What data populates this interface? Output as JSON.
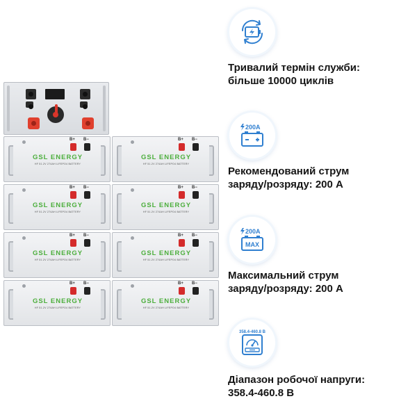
{
  "brand_colors": {
    "icon_blue": "#2f7fd0",
    "module_green": "#4bae3b",
    "terminal_red": "#d42b2b"
  },
  "battery": {
    "brand": "GSL ENERGY",
    "subtitle": "HF 51.2V 274AH LIFEPO4 BATTERY",
    "pos_label": "B+",
    "neg_label": "B−"
  },
  "features": [
    {
      "icon": "battery-cycle-icon",
      "line1": "Тривалий термін служби:",
      "line2": "більше 10000 циклів"
    },
    {
      "icon": "charge-current-icon",
      "icon_text": "200A",
      "line1": "Рекомендований струм",
      "line2": "заряду/розряду: 200 А"
    },
    {
      "icon": "max-current-icon",
      "icon_text": "200A",
      "icon_badge": "MAX",
      "line1": "Максимальний струм",
      "line2": "заряду/розряду: 200 А"
    },
    {
      "icon": "voltage-range-icon",
      "icon_text": "358.4-460.8 В",
      "line1": "Діапазон робочої напруги:",
      "line2": "358.4-460.8 В"
    }
  ]
}
